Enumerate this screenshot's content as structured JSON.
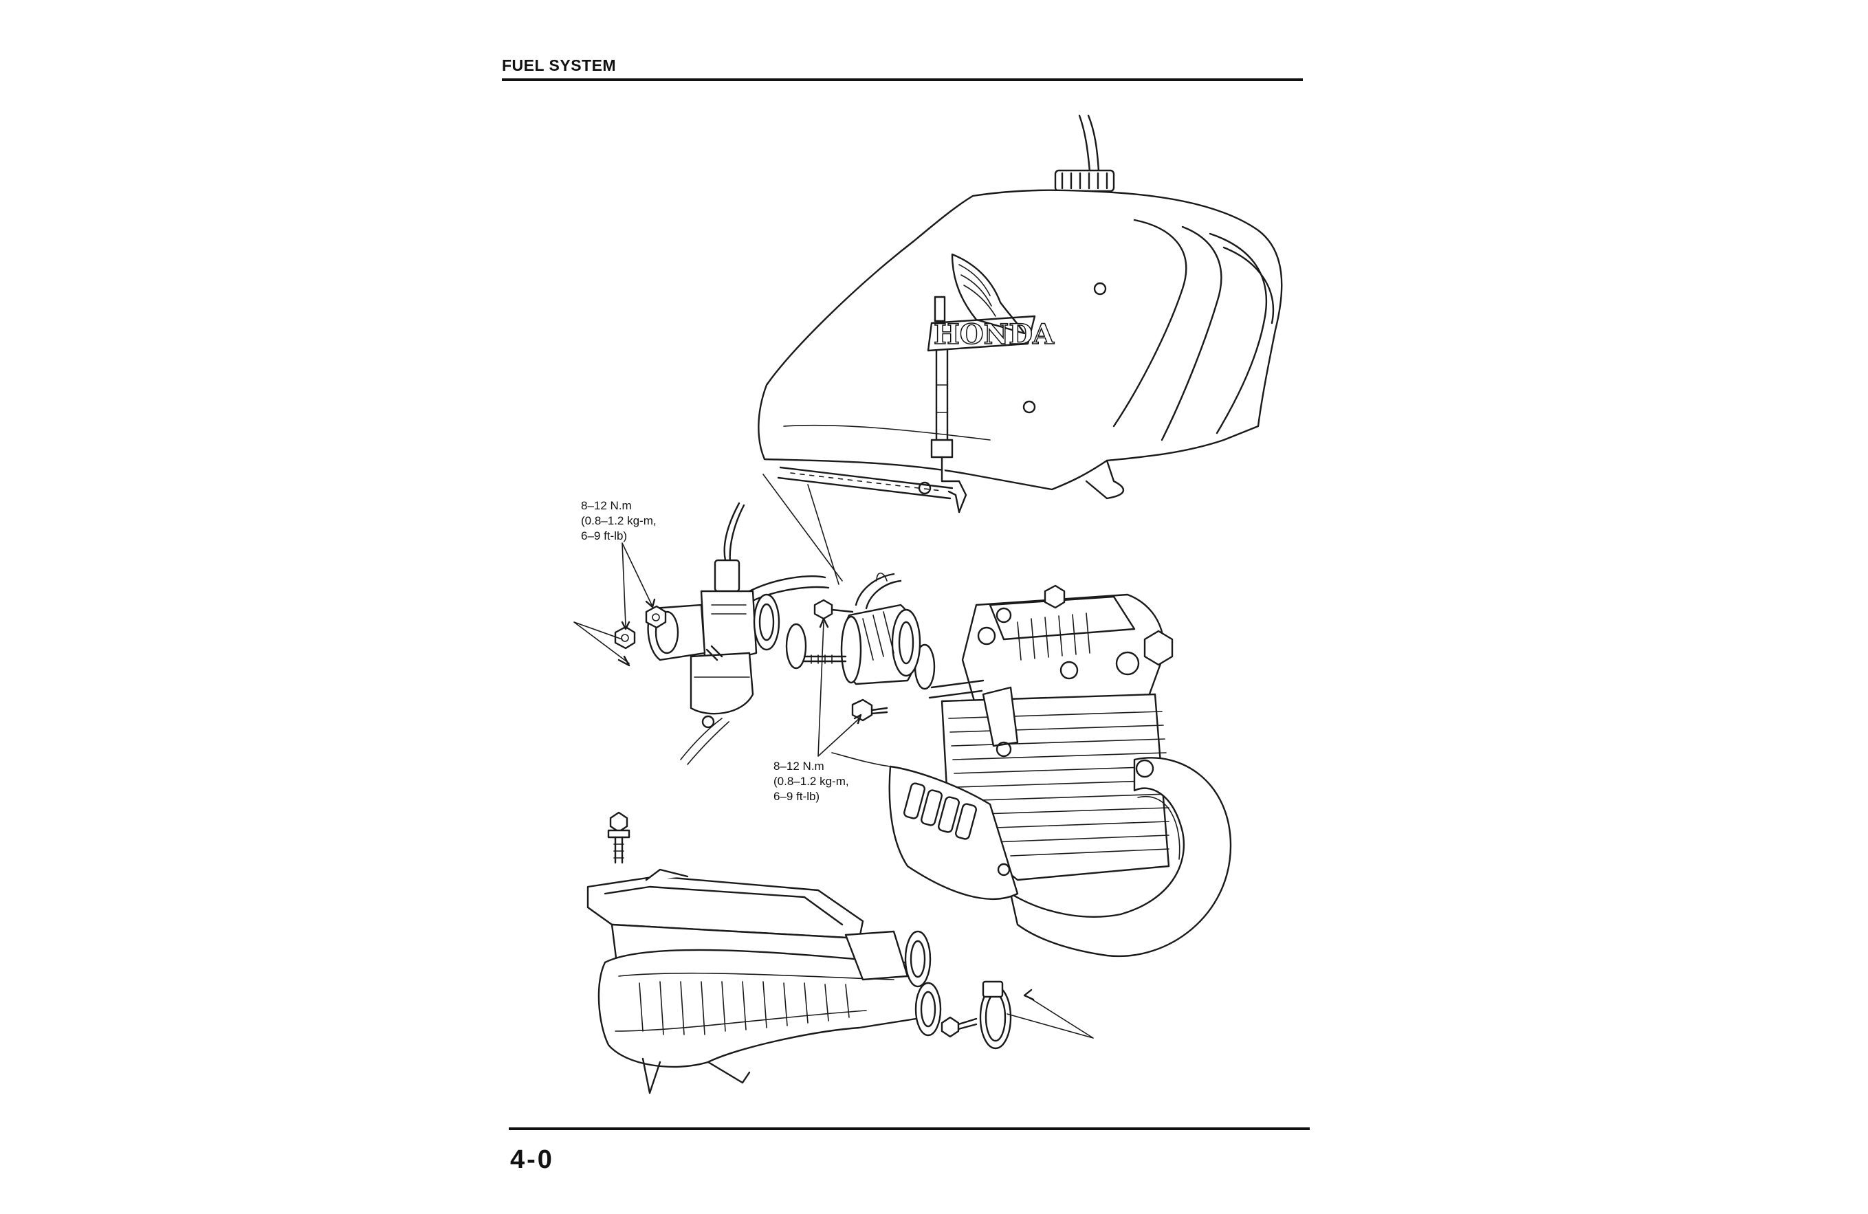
{
  "header": {
    "section_title": "FUEL SYSTEM"
  },
  "footer": {
    "page_number": "4-0"
  },
  "diagram": {
    "tank_logo_text": "HONDA",
    "torque_spec_carburetor": {
      "line1": "8–12 N.m",
      "line2": "(0.8–1.2 kg-m,",
      "line3": "6–9 ft-lb)"
    },
    "torque_spec_insulator": {
      "line1": "8–12 N.m",
      "line2": "(0.8–1.2 kg-m,",
      "line3": "6–9 ft-lb)"
    }
  }
}
